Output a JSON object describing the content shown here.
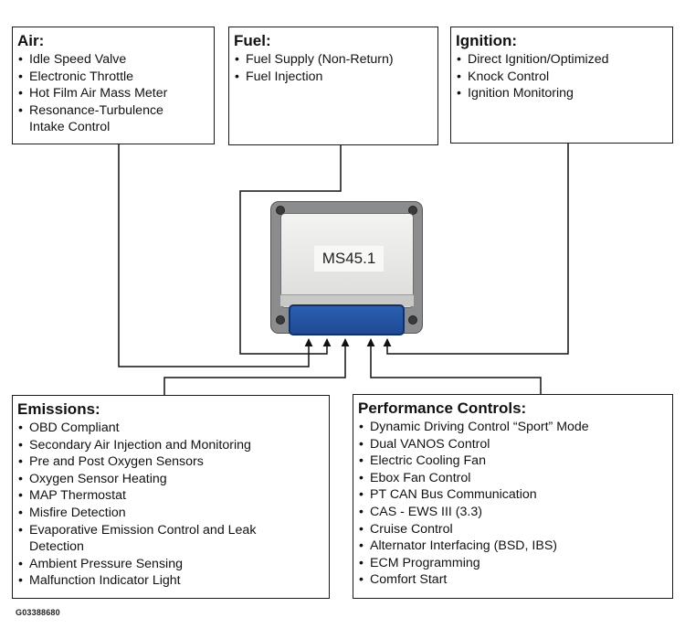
{
  "ecu": {
    "label": "MS45.1"
  },
  "boxes": {
    "air": {
      "title": "Air:",
      "items": [
        "Idle Speed Valve",
        "Electronic Throttle",
        "Hot Film Air Mass Meter",
        "Resonance-Turbulence Intake Control"
      ]
    },
    "fuel": {
      "title": "Fuel:",
      "items": [
        "Fuel Supply (Non-Return)",
        "Fuel Injection"
      ]
    },
    "ignition": {
      "title": "Ignition:",
      "items": [
        "Direct Ignition/Optimized",
        "Knock Control",
        "Ignition Monitoring"
      ]
    },
    "emissions": {
      "title": "Emissions:",
      "items": [
        "OBD Compliant",
        "Secondary Air Injection and Monitoring",
        "Pre and Post Oxygen Sensors",
        "Oxygen Sensor Heating",
        "MAP Thermostat",
        "Misfire Detection",
        "Evaporative Emission Control and Leak Detection",
        "Ambient Pressure Sensing",
        "Malfunction Indicator Light"
      ]
    },
    "performance": {
      "title": "Performance Controls:",
      "items": [
        "Dynamic Driving Control “Sport” Mode",
        "Dual VANOS Control",
        "Electric Cooling Fan",
        "Ebox Fan Control",
        "PT CAN Bus Communication",
        "CAS - EWS III (3.3)",
        "Cruise Control",
        "Alternator Interfacing (BSD, IBS)",
        "ECM Programming",
        "Comfort Start"
      ]
    }
  },
  "figure_id": "G03388680"
}
